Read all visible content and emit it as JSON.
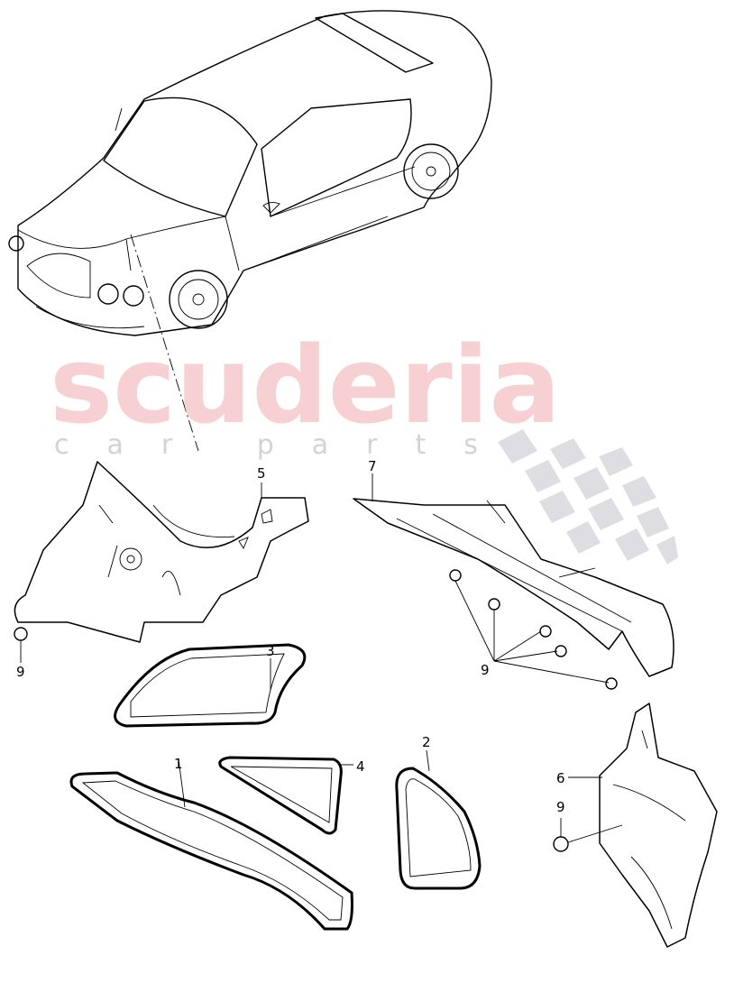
{
  "watermark": {
    "brand": "scuderia",
    "sub": "car parts",
    "color": "#f4c6c9"
  },
  "labels": {
    "p1": "1",
    "p2": "2",
    "p3": "3",
    "p4": "4",
    "p5": "5",
    "p6": "6",
    "p7": "7",
    "p9a": "9",
    "p9b": "9",
    "p9c": "9"
  }
}
